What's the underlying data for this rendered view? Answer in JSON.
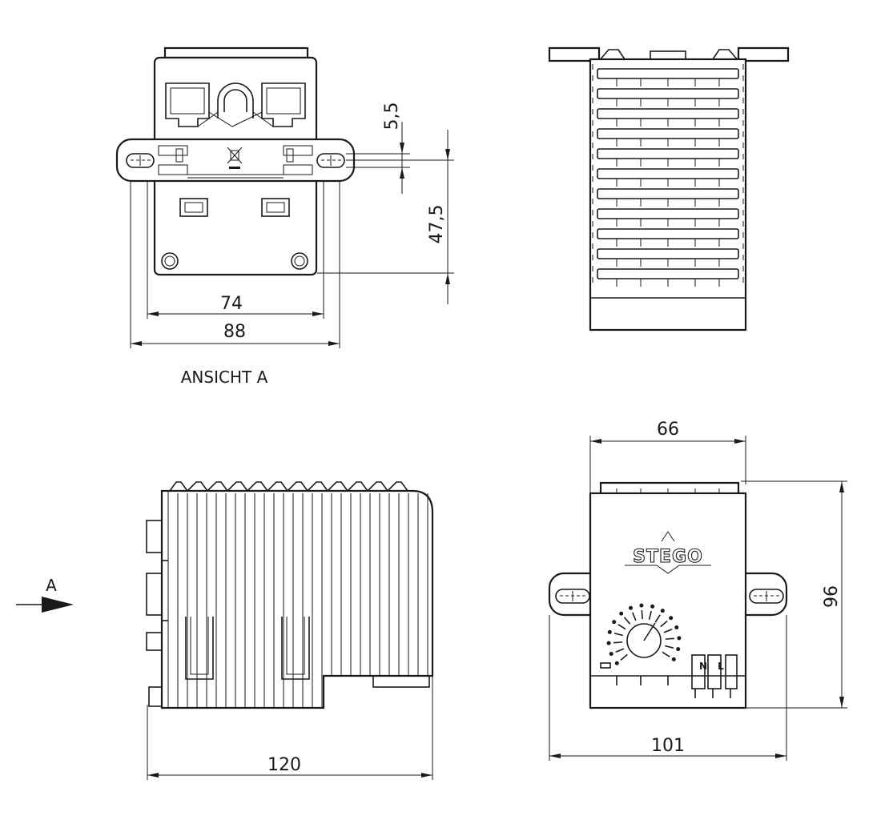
{
  "dimensions": {
    "d74": "74",
    "d88": "88",
    "d5_5": "5,5",
    "d47_5": "47,5",
    "d120": "120",
    "d66": "66",
    "d96": "96",
    "d101": "101"
  },
  "labels": {
    "view_a": "ANSICHT A",
    "arrow_a": "A",
    "brand": "STEGO",
    "terminal_n": "N",
    "terminal_l": "L"
  }
}
